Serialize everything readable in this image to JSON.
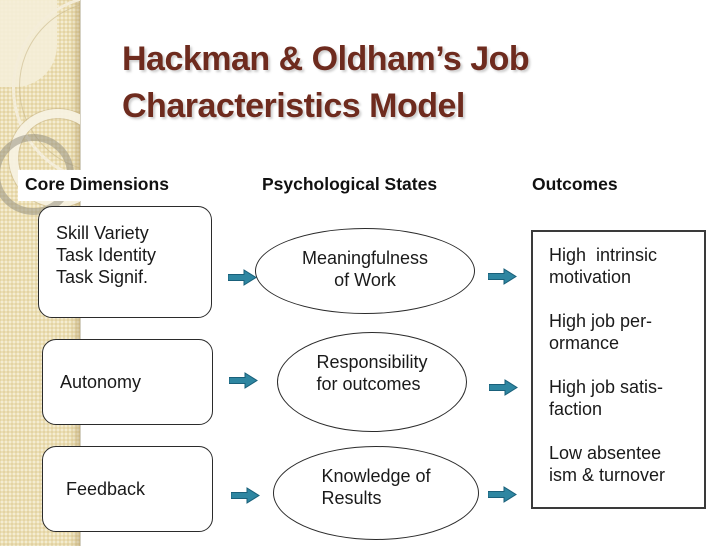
{
  "title": {
    "line1": "Hackman & Oldham’s Job",
    "line2": "Characteristics Model"
  },
  "headers": {
    "core": "Core Dimensions",
    "psych": "Psychological States",
    "outcomes": "Outcomes"
  },
  "core_dimensions": {
    "box1": {
      "line1": "Skill Variety",
      "line2": "Task Identity",
      "line3": "Task Signif."
    },
    "box2": {
      "label": "Autonomy"
    },
    "box3": {
      "label": "Feedback"
    }
  },
  "psychological_states": {
    "oval1": {
      "line1": "Meaningfulness",
      "line2": "of Work"
    },
    "oval2": {
      "line1": "Responsibility",
      "line2": "for outcomes"
    },
    "oval3": {
      "line1": "Knowledge of",
      "line2": "Results"
    }
  },
  "outcomes": {
    "item1": {
      "line1": "High  intrinsic",
      "line2": "motivation"
    },
    "item2": {
      "line1": "High job per-",
      "line2": "ormance"
    },
    "item3": {
      "line1": "High job satis-",
      "line2": "faction"
    },
    "item4": {
      "line1": "Low absentee",
      "line2": "ism & turnover"
    }
  },
  "icons": {
    "arrow": "right-block-arrow"
  },
  "colors": {
    "title": "#6E2B1E",
    "arrow_fill": "#2E86A1",
    "arrow_stroke": "#19607A",
    "sidebar": "#ECDFB4",
    "text": "#1A1A1A"
  }
}
